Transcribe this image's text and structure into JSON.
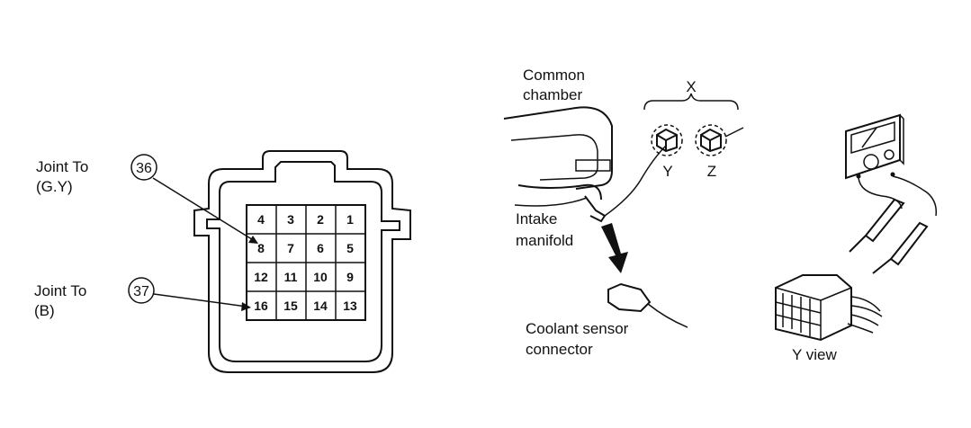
{
  "connector": {
    "joint1": {
      "label_line1": "Joint To",
      "label_line2": "(G.Y)",
      "callout": "36"
    },
    "joint2": {
      "label_line1": "Joint To",
      "label_line2": "(B)",
      "callout": "37"
    },
    "pins": [
      [
        "4",
        "3",
        "2",
        "1"
      ],
      [
        "8",
        "7",
        "6",
        "5"
      ],
      [
        "12",
        "11",
        "10",
        "9"
      ],
      [
        "16",
        "15",
        "14",
        "13"
      ]
    ]
  },
  "engine": {
    "common_chamber_line1": "Common",
    "common_chamber_line2": "chamber",
    "intake_manifold_line1": "Intake",
    "intake_manifold_line2": "manifold",
    "coolant_connector_line1": "Coolant sensor",
    "coolant_connector_line2": "connector",
    "x_label": "X",
    "y_label": "Y",
    "z_label": "Z",
    "y_view_label": "Y view"
  }
}
